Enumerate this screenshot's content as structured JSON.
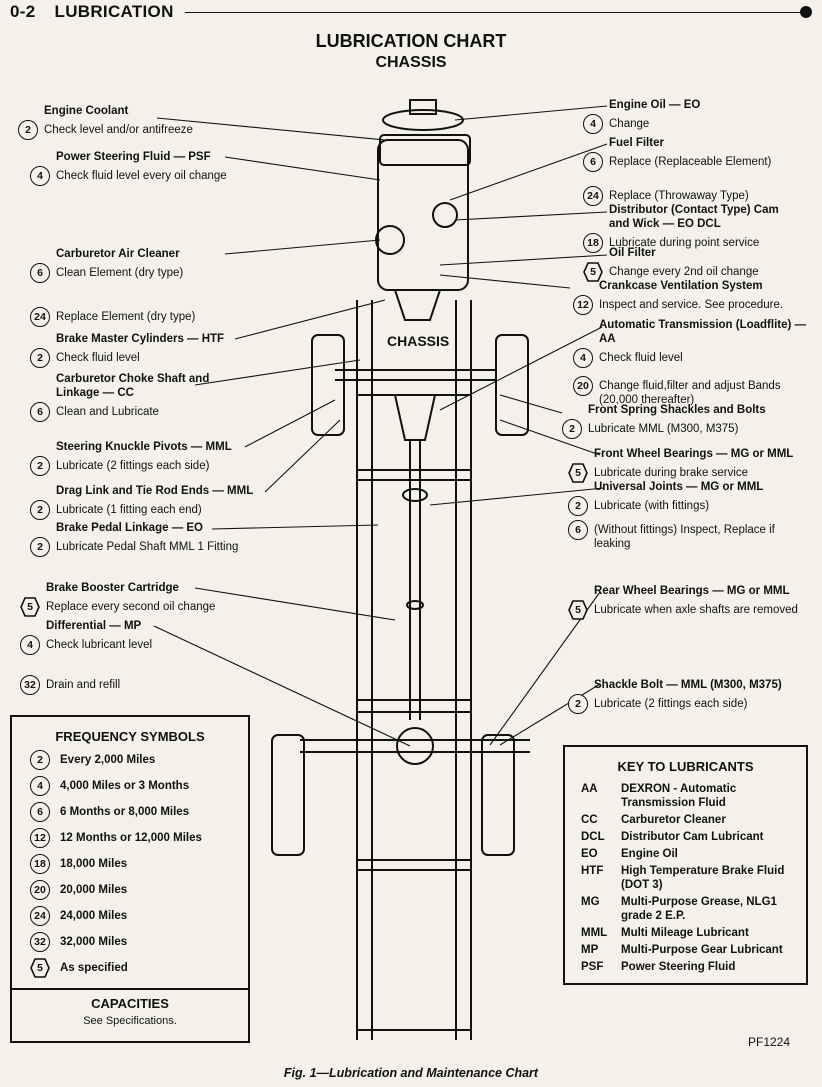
{
  "header": {
    "page_number": "0-2",
    "section": "LUBRICATION"
  },
  "title": "LUBRICATION CHART",
  "subtitle": "CHASSIS",
  "chassis_label": "CHASSIS",
  "left_items": [
    {
      "title": "Engine Coolant",
      "rows": [
        {
          "sym": "2",
          "shape": "circle",
          "text": "Check level and/or antifreeze"
        }
      ]
    },
    {
      "title": "Power Steering Fluid — PSF",
      "rows": [
        {
          "sym": "4",
          "shape": "circle",
          "text": "Check fluid level every oil change"
        }
      ]
    },
    {
      "title": "Carburetor Air Cleaner",
      "rows": [
        {
          "sym": "6",
          "shape": "circle",
          "text": "Clean Element (dry type)"
        },
        {
          "sym": "24",
          "shape": "circle",
          "text": "Replace Element (dry type)"
        }
      ]
    },
    {
      "title": "Brake Master Cylinders — HTF",
      "rows": [
        {
          "sym": "2",
          "shape": "circle",
          "text": "Check fluid level"
        }
      ]
    },
    {
      "title": "Carburetor Choke Shaft and Linkage — CC",
      "rows": [
        {
          "sym": "6",
          "shape": "circle",
          "text": "Clean and Lubricate"
        }
      ]
    },
    {
      "title": "Steering Knuckle Pivots — MML",
      "rows": [
        {
          "sym": "2",
          "shape": "circle",
          "text": "Lubricate (2 fittings each side)"
        }
      ]
    },
    {
      "title": "Drag Link and Tie Rod Ends — MML",
      "rows": [
        {
          "sym": "2",
          "shape": "circle",
          "text": "Lubricate (1 fitting each end)"
        }
      ]
    },
    {
      "title": "Brake Pedal Linkage — EO",
      "rows": [
        {
          "sym": "2",
          "shape": "circle",
          "text": "Lubricate Pedal Shaft MML 1 Fitting"
        }
      ]
    },
    {
      "title": "Brake Booster Cartridge",
      "rows": [
        {
          "sym": "5",
          "shape": "hex",
          "text": "Replace every second oil change"
        }
      ]
    },
    {
      "title": "Differential — MP",
      "rows": [
        {
          "sym": "4",
          "shape": "circle",
          "text": "Check lubricant level"
        },
        {
          "sym": "32",
          "shape": "circle",
          "text": "Drain and refill"
        }
      ]
    }
  ],
  "right_items": [
    {
      "title": "Engine Oil — EO",
      "rows": [
        {
          "sym": "4",
          "shape": "circle",
          "text": "Change"
        }
      ]
    },
    {
      "title": "Fuel Filter",
      "rows": [
        {
          "sym": "6",
          "shape": "circle",
          "text": "Replace (Replaceable Element)"
        },
        {
          "sym": "24",
          "shape": "circle",
          "text": "Replace (Throwaway Type)"
        }
      ]
    },
    {
      "title": "Distributor (Contact Type) Cam and Wick — EO DCL",
      "rows": [
        {
          "sym": "18",
          "shape": "circle",
          "text": "Lubricate during point service"
        }
      ]
    },
    {
      "title": "Oil Filter",
      "rows": [
        {
          "sym": "5",
          "shape": "hex",
          "text": "Change every 2nd oil change"
        }
      ]
    },
    {
      "title": "Crankcase Ventilation System",
      "rows": [
        {
          "sym": "12",
          "shape": "circle",
          "text": "Inspect and service. See procedure."
        }
      ]
    },
    {
      "title": "Automatic Transmission (Loadflite) — AA",
      "rows": [
        {
          "sym": "4",
          "shape": "circle",
          "text": "Check fluid level"
        },
        {
          "sym": "20",
          "shape": "circle",
          "text": "Change fluid,filter and adjust Bands (20,000 thereafter)"
        }
      ]
    },
    {
      "title": "Front Spring Shackles and Bolts",
      "rows": [
        {
          "sym": "2",
          "shape": "circle",
          "text": "Lubricate MML (M300, M375)"
        }
      ]
    },
    {
      "title": "Front Wheel Bearings — MG or MML",
      "rows": [
        {
          "sym": "5",
          "shape": "hex",
          "text": "Lubricate during brake service"
        }
      ]
    },
    {
      "title": "Universal Joints — MG or MML",
      "rows": [
        {
          "sym": "2",
          "shape": "circle",
          "text": "Lubricate (with fittings)"
        },
        {
          "sym": "6",
          "shape": "circle",
          "text": "(Without fittings) Inspect, Replace if leaking"
        }
      ]
    },
    {
      "title": "Rear Wheel Bearings — MG or MML",
      "rows": [
        {
          "sym": "5",
          "shape": "hex",
          "text": "Lubricate when axle shafts are removed"
        }
      ]
    },
    {
      "title": "Shackle Bolt — MML (M300, M375)",
      "rows": [
        {
          "sym": "2",
          "shape": "circle",
          "text": "Lubricate (2 fittings each side)"
        }
      ]
    }
  ],
  "frequency": {
    "title": "FREQUENCY SYMBOLS",
    "items": [
      {
        "sym": "2",
        "shape": "circle",
        "text": "Every 2,000 Miles"
      },
      {
        "sym": "4",
        "shape": "circle",
        "text": "4,000 Miles or 3 Months"
      },
      {
        "sym": "6",
        "shape": "circle",
        "text": "6 Months or 8,000 Miles"
      },
      {
        "sym": "12",
        "shape": "circle",
        "text": "12 Months or 12,000 Miles"
      },
      {
        "sym": "18",
        "shape": "circle",
        "text": "18,000 Miles"
      },
      {
        "sym": "20",
        "shape": "circle",
        "text": "20,000 Miles"
      },
      {
        "sym": "24",
        "shape": "circle",
        "text": "24,000 Miles"
      },
      {
        "sym": "32",
        "shape": "circle",
        "text": "32,000 Miles"
      },
      {
        "sym": "5",
        "shape": "hex",
        "text": "As specified"
      }
    ],
    "capacities_title": "CAPACITIES",
    "capacities_text": "See Specifications."
  },
  "key": {
    "title": "KEY TO LUBRICANTS",
    "items": [
      {
        "abbr": "AA",
        "text": "DEXRON - Automatic Transmission Fluid"
      },
      {
        "abbr": "CC",
        "text": "Carburetor Cleaner"
      },
      {
        "abbr": "DCL",
        "text": "Distributor Cam Lubricant"
      },
      {
        "abbr": "EO",
        "text": "Engine Oil"
      },
      {
        "abbr": "HTF",
        "text": "High Temperature Brake Fluid (DOT 3)"
      },
      {
        "abbr": "MG",
        "text": "Multi-Purpose Grease, NLG1 grade 2 E.P."
      },
      {
        "abbr": "MML",
        "text": "Multi Mileage Lubricant"
      },
      {
        "abbr": "MP",
        "text": "Multi-Purpose Gear Lubricant"
      },
      {
        "abbr": "PSF",
        "text": "Power Steering Fluid"
      }
    ]
  },
  "figure_id": "PF1224",
  "caption": "Fig. 1—Lubrication and Maintenance Chart",
  "colors": {
    "ink": "#111111",
    "paper": "#f3f1ea"
  }
}
